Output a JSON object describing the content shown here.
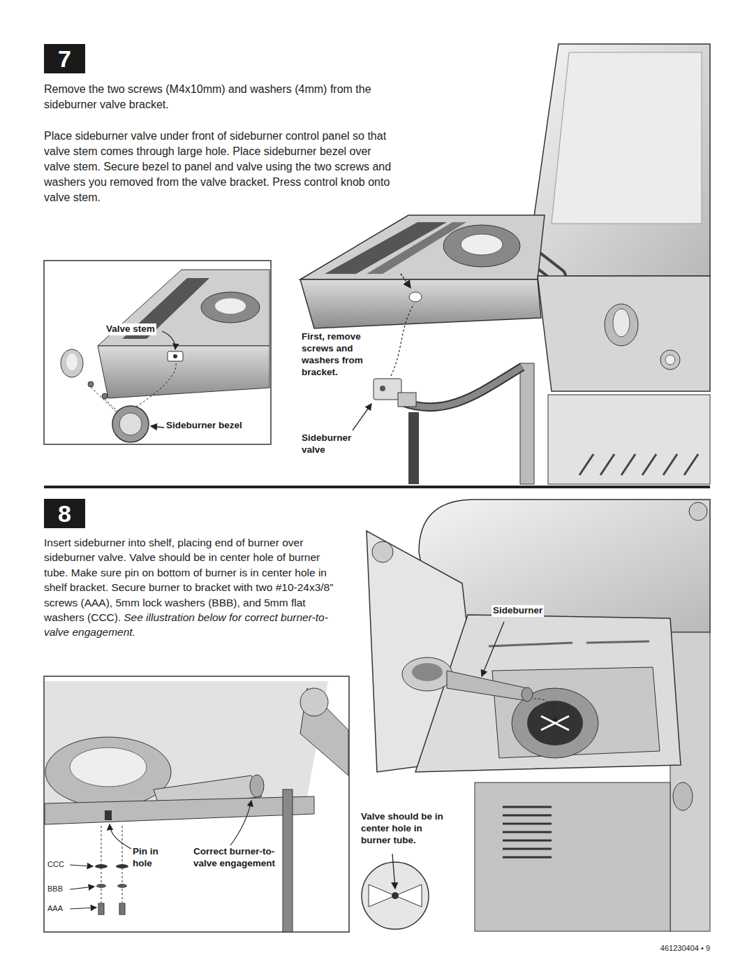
{
  "diagram": {
    "nodes": [
      {
        "text": [
          "7"
        ]
      },
      {
        "text": [
          "8"
        ]
      }
    ],
    "labels": [
      "Remove the two screws (M4x10mm) and washers (4mm) from the sideburner valve bracket.",
      "Place sideburner valve under front of sideburner control panel so that valve stem comes through large hole. Place sideburner bezel over valve stem. Secure bezel to panel and valve using the two screws and washers you removed from the valve bracket. Press control knob onto valve stem.",
      "First, remove screws and washers from bracket.",
      "Valve stem",
      "Sideburner bezel",
      "Sideburner valve",
      "Insert sideburner into shelf, placing end of burner over sideburner valve. Valve should be in center hole of burner tube. Make sure pin on bottom of burner is in center hole in shelf bracket. Secure burner to bracket with two #10-24x3/8” screws (AAA), 5mm lock washers (BBB), and 5mm flat washers (CCC).",
      "See illustration below for correct burner-to-valve engagement.",
      "Sideburner",
      "Pin in hole",
      "Correct burner-to-valve engagement",
      "CCC",
      "BBB",
      "AAA",
      "Valve should be in center hole in burner tube.",
      "461230404 • 9"
    ]
  }
}
